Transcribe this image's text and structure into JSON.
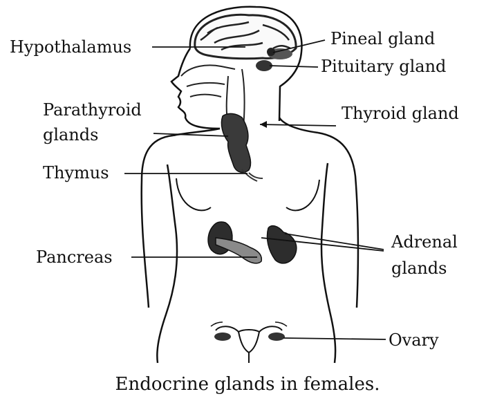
{
  "labels": {
    "hypothalamus": "Hypothalamus",
    "pineal": "Pineal gland",
    "pituitary": "Pituitary gland",
    "parathyroid_1": "Parathyroid",
    "parathyroid_2": "glands",
    "thyroid": "Thyroid gland",
    "thymus": "Thymus",
    "adrenal_1": "Adrenal",
    "adrenal_2": "glands",
    "pancreas": "Pancreas",
    "ovary": "Ovary"
  },
  "caption": "Endocrine glands in females.",
  "colors": {
    "ink": "#111111",
    "gland_dark": "#3a3a3a",
    "background": "#ffffff"
  }
}
